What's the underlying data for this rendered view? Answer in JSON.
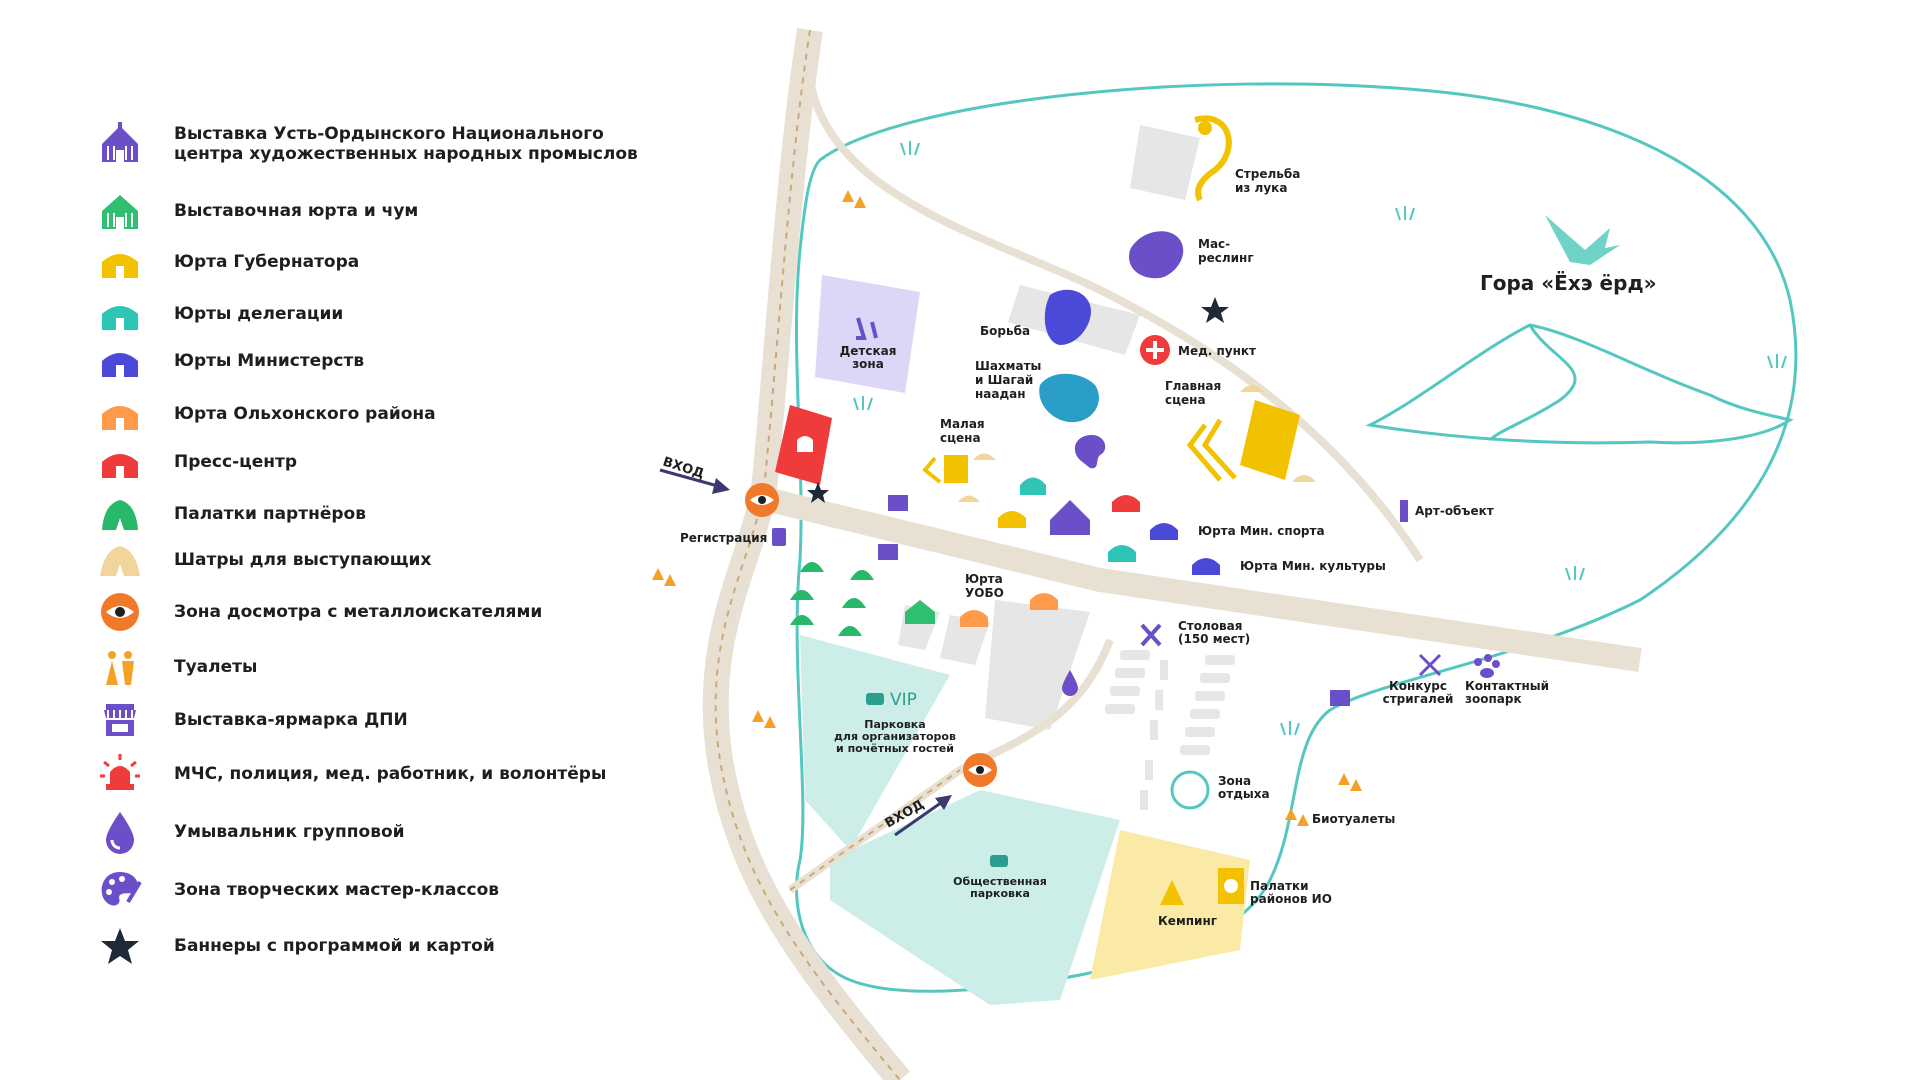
{
  "legend": {
    "items": [
      {
        "icon": "exhibition-yurt-center-icon",
        "label": "Выставка Усть-Ордынского Национального центра художественных народных промыслов",
        "color": "#6a4fc8"
      },
      {
        "icon": "exhibition-yurt-icon",
        "label": "Выставочная юрта и чум",
        "color": "#2fbf71"
      },
      {
        "icon": "governor-yurt-icon",
        "label": "Юрта Губернатора",
        "color": "#f2c200"
      },
      {
        "icon": "delegation-yurt-icon",
        "label": "Юрты делегации",
        "color": "#2ec4b6"
      },
      {
        "icon": "ministry-yurt-icon",
        "label": "Юрты Министерств",
        "color": "#4a49d8"
      },
      {
        "icon": "olkhon-yurt-icon",
        "label": "Юрта Ольхонского района",
        "color": "#ff9a4a"
      },
      {
        "icon": "press-center-icon",
        "label": "Пресс-центр",
        "color": "#ef3b3b"
      },
      {
        "icon": "partner-tent-icon",
        "label": "Палатки партнёров",
        "color": "#27b86a"
      },
      {
        "icon": "performer-tent-icon",
        "label": "Шатры для выступающих",
        "color": "#f2d59a"
      },
      {
        "icon": "inspection-eye-icon",
        "label": "Зона досмотра с металлоискателями",
        "color": "#f07a2a"
      },
      {
        "icon": "toilet-icon",
        "label": "Туалеты",
        "color": "#f5a028"
      },
      {
        "icon": "fair-stall-icon",
        "label": "Выставка-ярмарка ДПИ",
        "color": "#6a4fc8"
      },
      {
        "icon": "emergency-siren-icon",
        "label": "МЧС, полиция, мед. работник, и волонтёры",
        "color": "#ef3b3b"
      },
      {
        "icon": "water-drop-icon",
        "label": "Умывальник групповой",
        "color": "#6a4fc8"
      },
      {
        "icon": "palette-icon",
        "label": "Зона творческих мастер-классов",
        "color": "#6a4fc8"
      },
      {
        "icon": "star-icon",
        "label": "Баннеры с программой и картой",
        "color": "#1f2937"
      }
    ]
  },
  "map": {
    "labels": {
      "mountain": "Гора «Ёхэ ёрд»",
      "archery": [
        "Стрельба",
        "из лука"
      ],
      "masreling": [
        "Мас-",
        "реслинг"
      ],
      "wrestling": "Борьба",
      "medical": "Мед. пункт",
      "chess": [
        "Шахматы",
        "и Шагай",
        "наадан"
      ],
      "main_stage": [
        "Главная",
        "сцена"
      ],
      "small_stage": [
        "Малая",
        "сцена"
      ],
      "kids_zone": [
        "Детская",
        "зона"
      ],
      "entrance_1": "ВХОД",
      "entrance_2": "ВХОД",
      "registration": "Регистрация",
      "art_object": "Арт-объект",
      "sport_yurt": "Юрта Мин. спорта",
      "culture_yurt": "Юрта Мин. культуры",
      "yobo_yurt": [
        "Юрта",
        "УОБО"
      ],
      "canteen": [
        "Столовая",
        "(150 мест)"
      ],
      "shearing": [
        "Конкурс",
        "стригалей"
      ],
      "zoo": [
        "Контактный",
        "зоопарк"
      ],
      "rest_zone": [
        "Зона",
        "отдыха"
      ],
      "biotoilets": "Биотуалеты",
      "district_tents": [
        "Палатки",
        "районов ИО"
      ],
      "camping": "Кемпинг",
      "vip": "VIP",
      "vip_parking": [
        "Парковка",
        "для организаторов",
        "и почётных гостей"
      ],
      "public_parking": [
        "Общественная",
        "парковка"
      ]
    },
    "colors": {
      "road": "#e8e1d3",
      "boundary": "#54c8c0",
      "parking": "#cdeee8",
      "kids": "#dcd6f7",
      "camping": "#fbeaa6",
      "grey_zone": "#e6e6e6"
    }
  }
}
